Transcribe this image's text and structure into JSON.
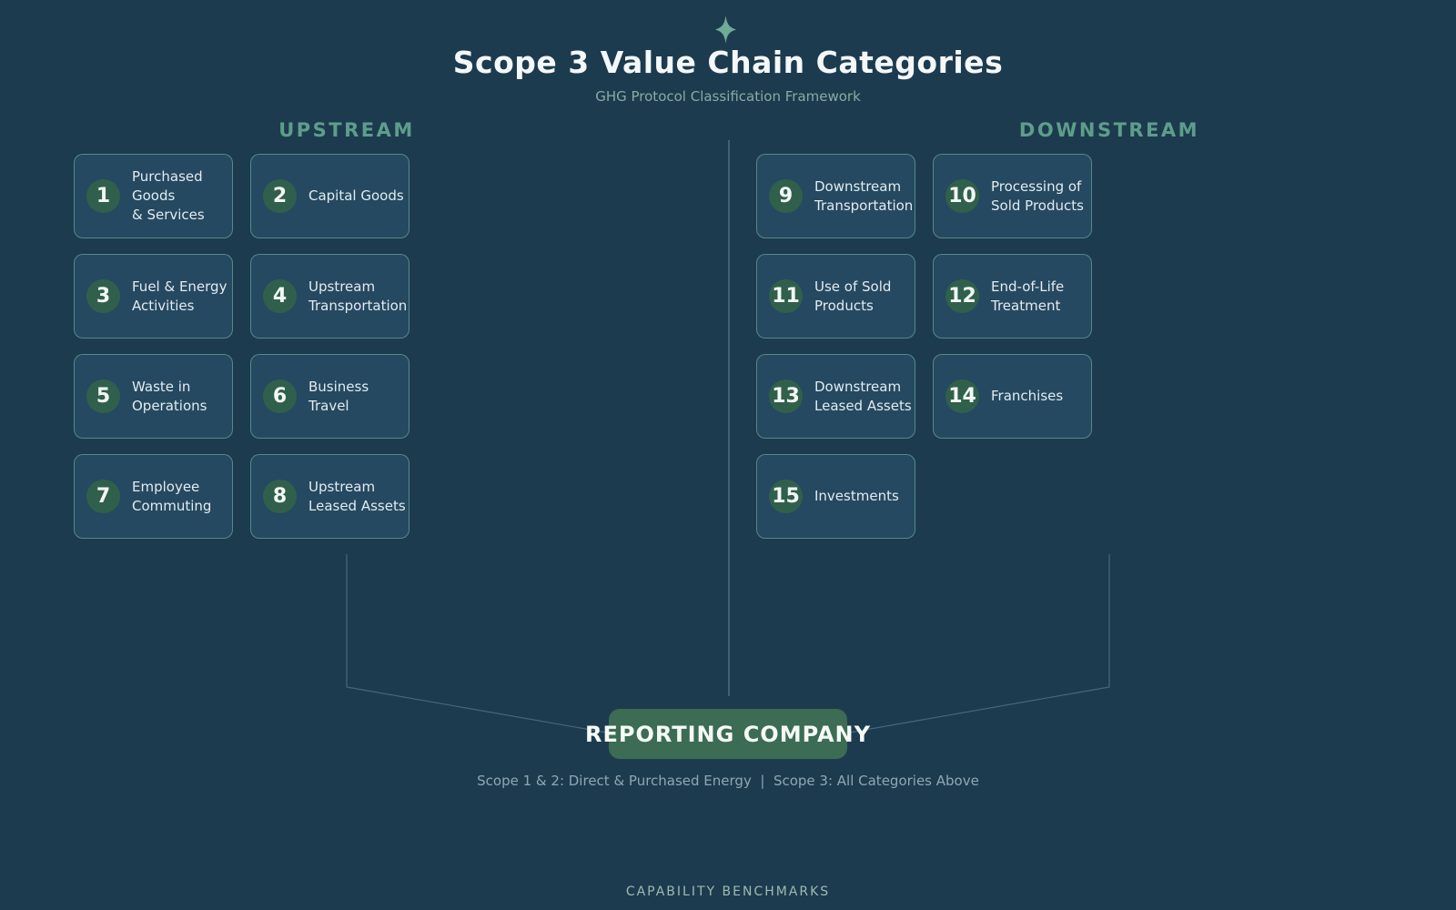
{
  "page": {
    "background_color": "#1d3b4f",
    "accent_color": "#5d9e8a",
    "card_bg_color": "#254960",
    "badge_color": "#30604b",
    "reporting_box_color": "#3c6c54"
  },
  "header": {
    "title": "Scope 3 Value Chain Categories",
    "subtitle": "GHG Protocol Classification Framework",
    "icon": "sparkle-icon"
  },
  "sections": {
    "upstream_label": "UPSTREAM",
    "downstream_label": "DOWNSTREAM"
  },
  "categories": {
    "upstream": [
      {
        "num": "1",
        "label": "Purchased Goods\n& Services"
      },
      {
        "num": "2",
        "label": "Capital Goods"
      },
      {
        "num": "3",
        "label": "Fuel & Energy\nActivities"
      },
      {
        "num": "4",
        "label": "Upstream\nTransportation"
      },
      {
        "num": "5",
        "label": "Waste in\nOperations"
      },
      {
        "num": "6",
        "label": "Business Travel"
      },
      {
        "num": "7",
        "label": "Employee\nCommuting"
      },
      {
        "num": "8",
        "label": "Upstream\nLeased Assets"
      }
    ],
    "downstream": [
      {
        "num": "9",
        "label": "Downstream\nTransportation"
      },
      {
        "num": "10",
        "label": "Processing of\nSold Products"
      },
      {
        "num": "11",
        "label": "Use of Sold\nProducts"
      },
      {
        "num": "12",
        "label": "End-of-Life\nTreatment"
      },
      {
        "num": "13",
        "label": "Downstream\nLeased Assets"
      },
      {
        "num": "14",
        "label": "Franchises"
      },
      {
        "num": "15",
        "label": "Investments"
      }
    ]
  },
  "reporting": {
    "label": "REPORTING COMPANY",
    "caption": "Scope 1 & 2: Direct & Purchased Energy  |  Scope 3: All Categories Above"
  },
  "footer": {
    "label": "CAPABILITY BENCHMARKS"
  }
}
